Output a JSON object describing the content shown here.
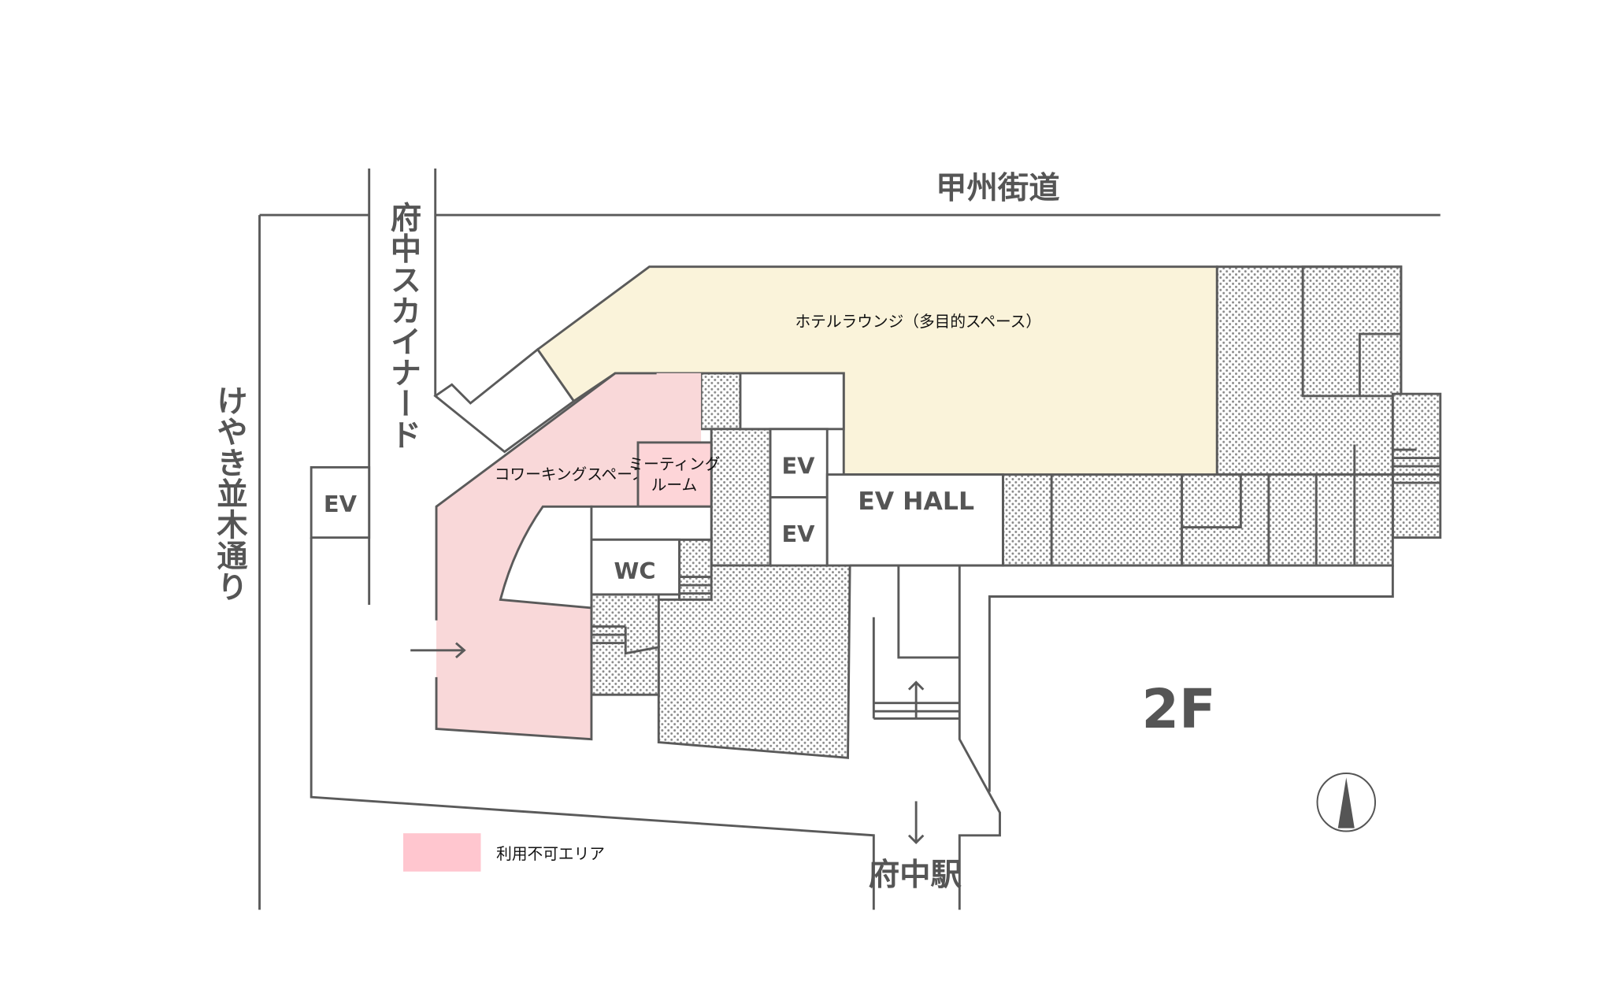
{
  "floor": "2F",
  "streets": {
    "top": "甲州街道",
    "promenade": "府中スカイナード",
    "left": "けやき並木通り",
    "station": "府中駅"
  },
  "rooms": {
    "lounge": "ホテルラウンジ（多目的スペース）",
    "coworking": "コワーキングスペース",
    "meeting_line1": "ミーティング",
    "meeting_line2": "ルーム",
    "ev_hall": "EV HALL",
    "ev": "EV",
    "wc": "WC"
  },
  "legend": {
    "unavailable": "利用不可エリア"
  },
  "colors": {
    "unavailable": "#f9d8d9",
    "legend_swatch": "#ffc6cf",
    "meeting": "#fdd5d8",
    "lounge": "#faf3da",
    "line": "#5a5a5a"
  }
}
